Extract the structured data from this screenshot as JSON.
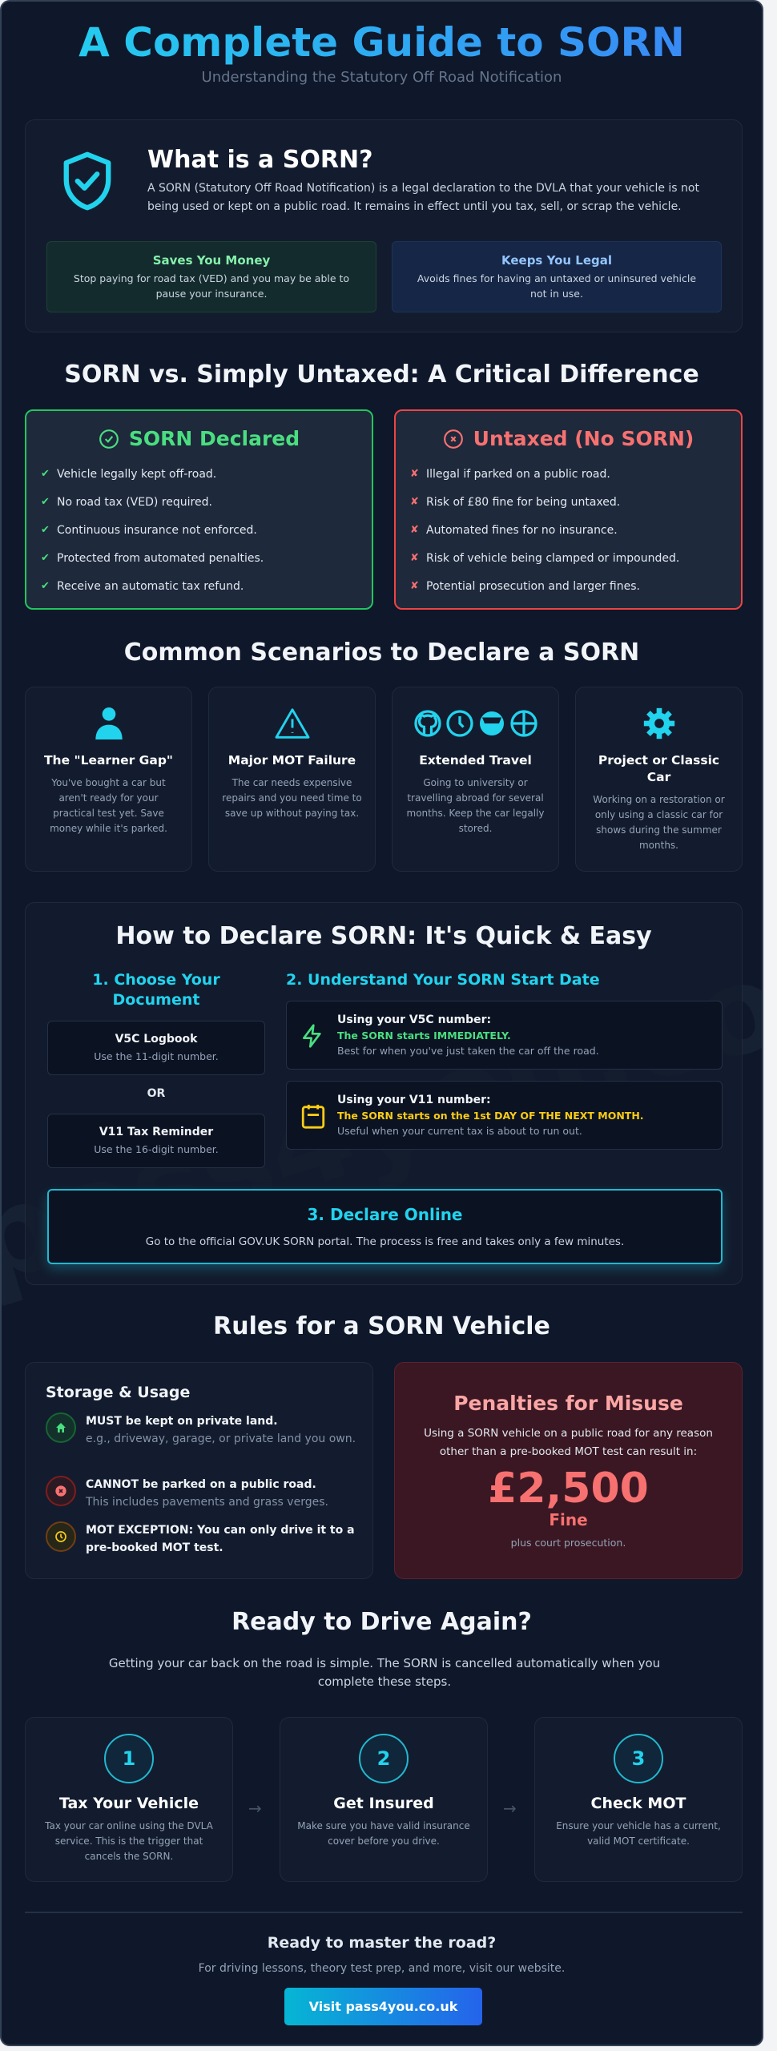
{
  "header": {
    "title": "A Complete Guide to SORN",
    "subtitle": "Understanding the Statutory Off Road Notification"
  },
  "watermark": "pass4you.co.uk",
  "what": {
    "icon": "shield-check-icon",
    "title": "What is a SORN?",
    "text": "A SORN (Statutory Off Road Notification) is a legal declaration to the DVLA that your vehicle is not being used or kept on a public road. It remains in effect until you tax, sell, or scrap the vehicle.",
    "benefits": [
      {
        "title": "Saves You Money",
        "text": "Stop paying for road tax (VED) and you may be able to pause your insurance."
      },
      {
        "title": "Keeps You Legal",
        "text": "Avoids fines for having an untaxed or uninsured vehicle not in use."
      }
    ]
  },
  "compare": {
    "heading": "SORN vs. Simply Untaxed: A Critical Difference",
    "sorn": {
      "title": "SORN Declared",
      "mark": "✔",
      "items": [
        "Vehicle legally kept off-road.",
        "No road tax (VED) required.",
        "Continuous insurance not enforced.",
        "Protected from automated penalties.",
        "Receive an automatic tax refund."
      ]
    },
    "untaxed": {
      "title": "Untaxed (No SORN)",
      "mark": "✘",
      "items": [
        "Illegal if parked on a public road.",
        "Risk of £80 fine for being untaxed.",
        "Automated fines for no insurance.",
        "Risk of vehicle being clamped or impounded.",
        "Potential prosecution and larger fines."
      ]
    }
  },
  "scenarios": {
    "heading": "Common Scenarios to Declare a SORN",
    "items": [
      {
        "icon": "person-icon",
        "title": "The \"Learner Gap\"",
        "text": "You've bought a car but aren't ready for your practical test yet. Save money while it's parked."
      },
      {
        "icon": "warning-icon",
        "title": "Major MOT Failure",
        "text": "The car needs expensive repairs and you need time to save up without paying tax."
      },
      {
        "icon": "travel-icons",
        "title": "Extended Travel",
        "text": "Going to university or travelling abroad for several months. Keep the car legally stored."
      },
      {
        "icon": "gear-icon",
        "title": "Project or Classic Car",
        "text": "Working on a restoration or only using a classic car for shows during the summer months."
      }
    ]
  },
  "howto": {
    "heading": "How to Declare SORN: It's Quick & Easy",
    "step1": {
      "title": "1. Choose Your Document",
      "or": "OR",
      "docs": [
        {
          "title": "V5C Logbook",
          "text": "Use the 11-digit number."
        },
        {
          "title": "V11 Tax Reminder",
          "text": "Use the 16-digit number."
        }
      ]
    },
    "step2": {
      "title": "2. Understand Your SORN Start Date",
      "items": [
        {
          "icon": "lightning-icon",
          "title": "Using your V5C number:",
          "highlight": "The SORN starts IMMEDIATELY.",
          "text": "Best for when you've just taken the car off the road."
        },
        {
          "icon": "calendar-icon",
          "title": "Using your V11 number:",
          "highlight": "The SORN starts on the 1st DAY OF THE NEXT MONTH.",
          "text": "Useful when your current tax is about to run out."
        }
      ]
    },
    "step3": {
      "title": "3. Declare Online",
      "text": "Go to the official GOV.UK SORN portal. The process is free and takes only a few minutes."
    }
  },
  "rules": {
    "heading": "Rules for a SORN Vehicle",
    "storage": {
      "title": "Storage & Usage",
      "items": [
        {
          "icon": "home-icon",
          "title": "MUST be kept on private land.",
          "text": "e.g., driveway, garage, or private land you own."
        },
        {
          "icon": "x-circle-icon",
          "title": "CANNOT be parked on a public road.",
          "text": "This includes pavements and grass verges."
        },
        {
          "icon": "clock-icon",
          "title": "MOT EXCEPTION: You can only drive it to a pre-booked MOT test.",
          "text": ""
        }
      ]
    },
    "penalties": {
      "title": "Penalties for Misuse",
      "text": "Using a SORN vehicle on a public road for any reason other than a pre-booked MOT test can result in:",
      "amount": "£2,500",
      "amount_label": "Fine",
      "note": "plus court prosecution."
    }
  },
  "ready": {
    "heading": "Ready to Drive Again?",
    "text": "Getting your car back on the road is simple. The SORN is cancelled automatically when you complete these steps.",
    "steps": [
      {
        "num": "1",
        "title": "Tax Your Vehicle",
        "text": "Tax your car online using the DVLA service. This is the trigger that cancels the SORN."
      },
      {
        "num": "2",
        "title": "Get Insured",
        "text": "Make sure you have valid insurance cover before you drive."
      },
      {
        "num": "3",
        "title": "Check MOT",
        "text": "Ensure your vehicle has a current, valid MOT certificate."
      }
    ],
    "arrow": "→"
  },
  "footer": {
    "title": "Ready to master the road?",
    "text": "For driving lessons, theory test prep, and more, visit our website.",
    "button": "Visit pass4you.co.uk"
  },
  "colors": {
    "accent": "#22d3ee",
    "blue": "#3b82f6",
    "green": "#4ade80",
    "red": "#f87171",
    "yellow": "#facc15",
    "bg": "#0f172a"
  }
}
